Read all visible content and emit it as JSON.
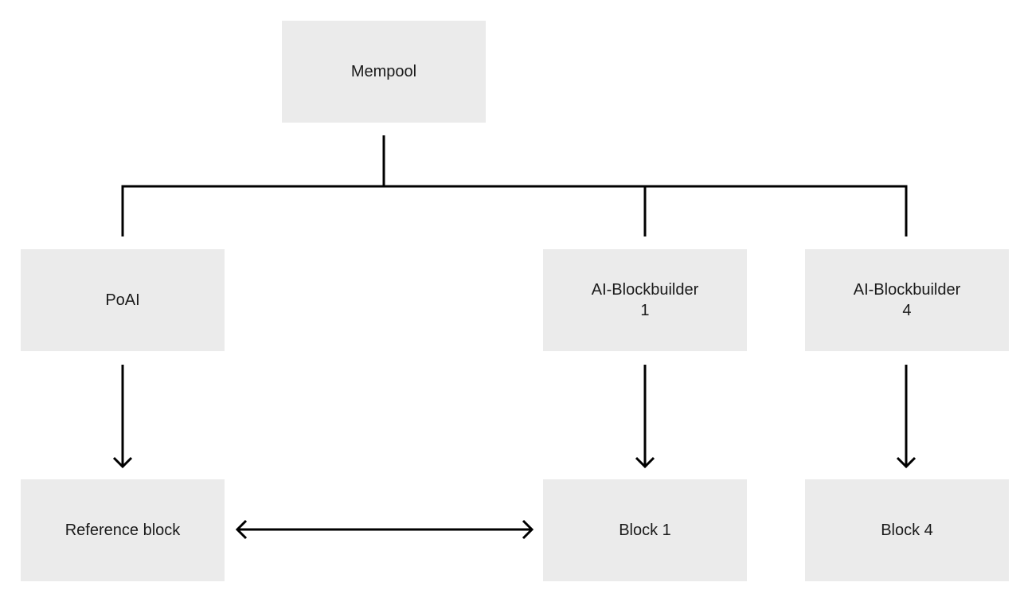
{
  "diagram": {
    "nodes": [
      {
        "id": "mempool",
        "label": "Mempool"
      },
      {
        "id": "poai",
        "label": "PoAI"
      },
      {
        "id": "ab1",
        "label": "AI-Blockbuilder\n1"
      },
      {
        "id": "ab4",
        "label": "AI-Blockbuilder\n4"
      },
      {
        "id": "ref",
        "label": "Reference block"
      },
      {
        "id": "b1",
        "label": "Block 1"
      },
      {
        "id": "b4",
        "label": "Block 4"
      }
    ],
    "edges": [
      {
        "from": "mempool",
        "to": "poai",
        "type": "line"
      },
      {
        "from": "mempool",
        "to": "ab1",
        "type": "line"
      },
      {
        "from": "mempool",
        "to": "ab4",
        "type": "line"
      },
      {
        "from": "poai",
        "to": "ref",
        "type": "arrow"
      },
      {
        "from": "ab1",
        "to": "b1",
        "type": "arrow"
      },
      {
        "from": "ab4",
        "to": "b4",
        "type": "arrow"
      },
      {
        "from": "ref",
        "to": "b1",
        "type": "bidirectional-arrow"
      }
    ],
    "colors": {
      "node_fill": "#ebebeb",
      "edge": "#000000",
      "text": "#1a1a1a"
    }
  }
}
